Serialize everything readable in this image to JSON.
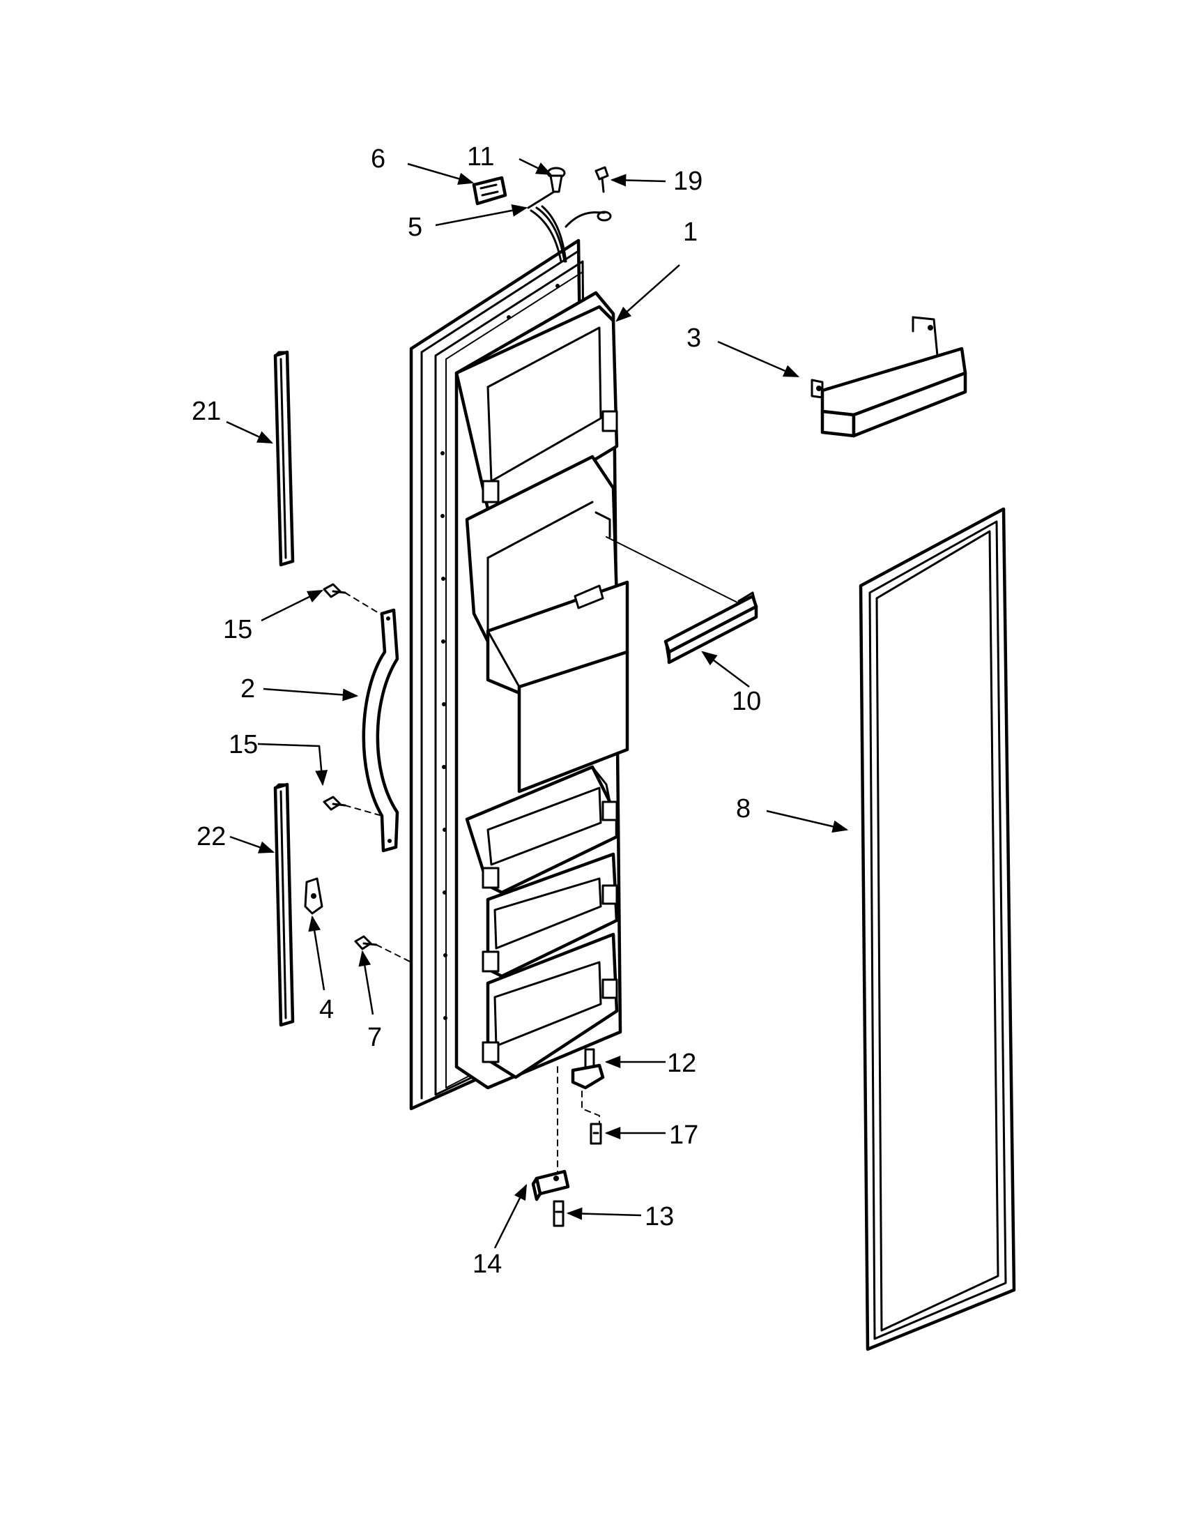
{
  "diagram": {
    "kind": "exploded-parts-view",
    "subject": "side-by-side refrigerator door",
    "callouts": [
      {
        "id": "part-1",
        "label": "1"
      },
      {
        "id": "part-2",
        "label": "2"
      },
      {
        "id": "part-3",
        "label": "3"
      },
      {
        "id": "part-4",
        "label": "4"
      },
      {
        "id": "part-5",
        "label": "5"
      },
      {
        "id": "part-6",
        "label": "6"
      },
      {
        "id": "part-7",
        "label": "7"
      },
      {
        "id": "part-8",
        "label": "8"
      },
      {
        "id": "part-10",
        "label": "10"
      },
      {
        "id": "part-11",
        "label": "11"
      },
      {
        "id": "part-12",
        "label": "12"
      },
      {
        "id": "part-13",
        "label": "13"
      },
      {
        "id": "part-14",
        "label": "14"
      },
      {
        "id": "part-15a",
        "label": "15"
      },
      {
        "id": "part-15b",
        "label": "15"
      },
      {
        "id": "part-17",
        "label": "17"
      },
      {
        "id": "part-19",
        "label": "19"
      },
      {
        "id": "part-21",
        "label": "21"
      },
      {
        "id": "part-22",
        "label": "22"
      }
    ]
  }
}
